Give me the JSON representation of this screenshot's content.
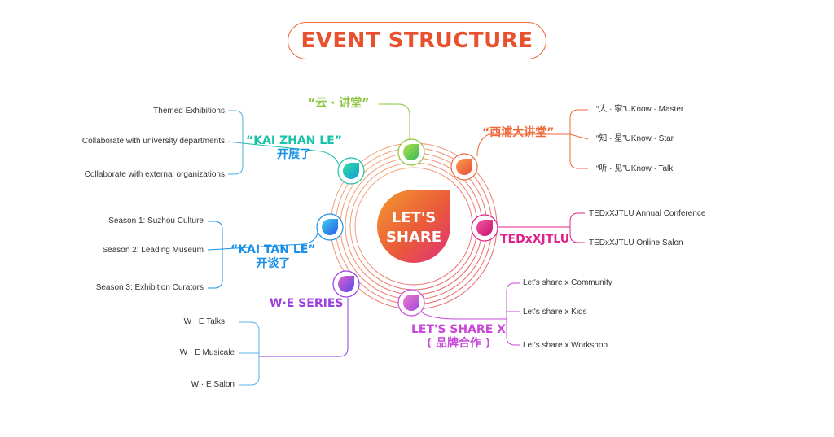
{
  "title": "EVENT STRUCTURE",
  "center": {
    "line1": "LET'S",
    "line2": "SHARE"
  },
  "colors": {
    "title": "#e8502e",
    "yun": "#8cc63f",
    "xipu": "#ef6a3a",
    "tedx": "#e0218a",
    "letsshare": "#c848d8",
    "we": "#9b3fe0",
    "kaitan": "#1890e8",
    "kaizhan": "#19c3a8"
  },
  "branches": {
    "yun": {
      "label": "“云 · 讲堂”"
    },
    "xipu": {
      "label": "“西浦大讲堂”",
      "items": [
        "“大 · 家”UKnow · Master",
        "“知 · 星”UKnow · Star",
        "“听 · 见”UKnow · Talk"
      ]
    },
    "tedx": {
      "label": "TEDxXJTLU",
      "items": [
        "TEDxXJTLU Annual Conference",
        "TEDxXJTLU Online Salon"
      ]
    },
    "letsshare": {
      "label_line1": "LET'S SHARE X",
      "label_line2": "( 品牌合作 )",
      "items": [
        "Let's share x Community",
        "Let's share x Kids",
        "Let's share x Workshop"
      ]
    },
    "we": {
      "label": "W·E SERIES",
      "items": [
        "W · E Talks",
        "W · E Musicale",
        "W · E Salon"
      ]
    },
    "kaitan": {
      "label_line1": "“KAI TAN LE”",
      "label_line2": "开谈了",
      "items": [
        "Season 1: Suzhou Culture",
        "Season 2: Leading Museum",
        "Season 3: Exhibition Curators"
      ]
    },
    "kaizhan": {
      "label_line1": "“KAI ZHAN LE”",
      "label_line2": "开展了",
      "items": [
        "Themed Exhibitions",
        "Collaborate with university departments",
        "Collaborate with external organizations"
      ]
    }
  }
}
